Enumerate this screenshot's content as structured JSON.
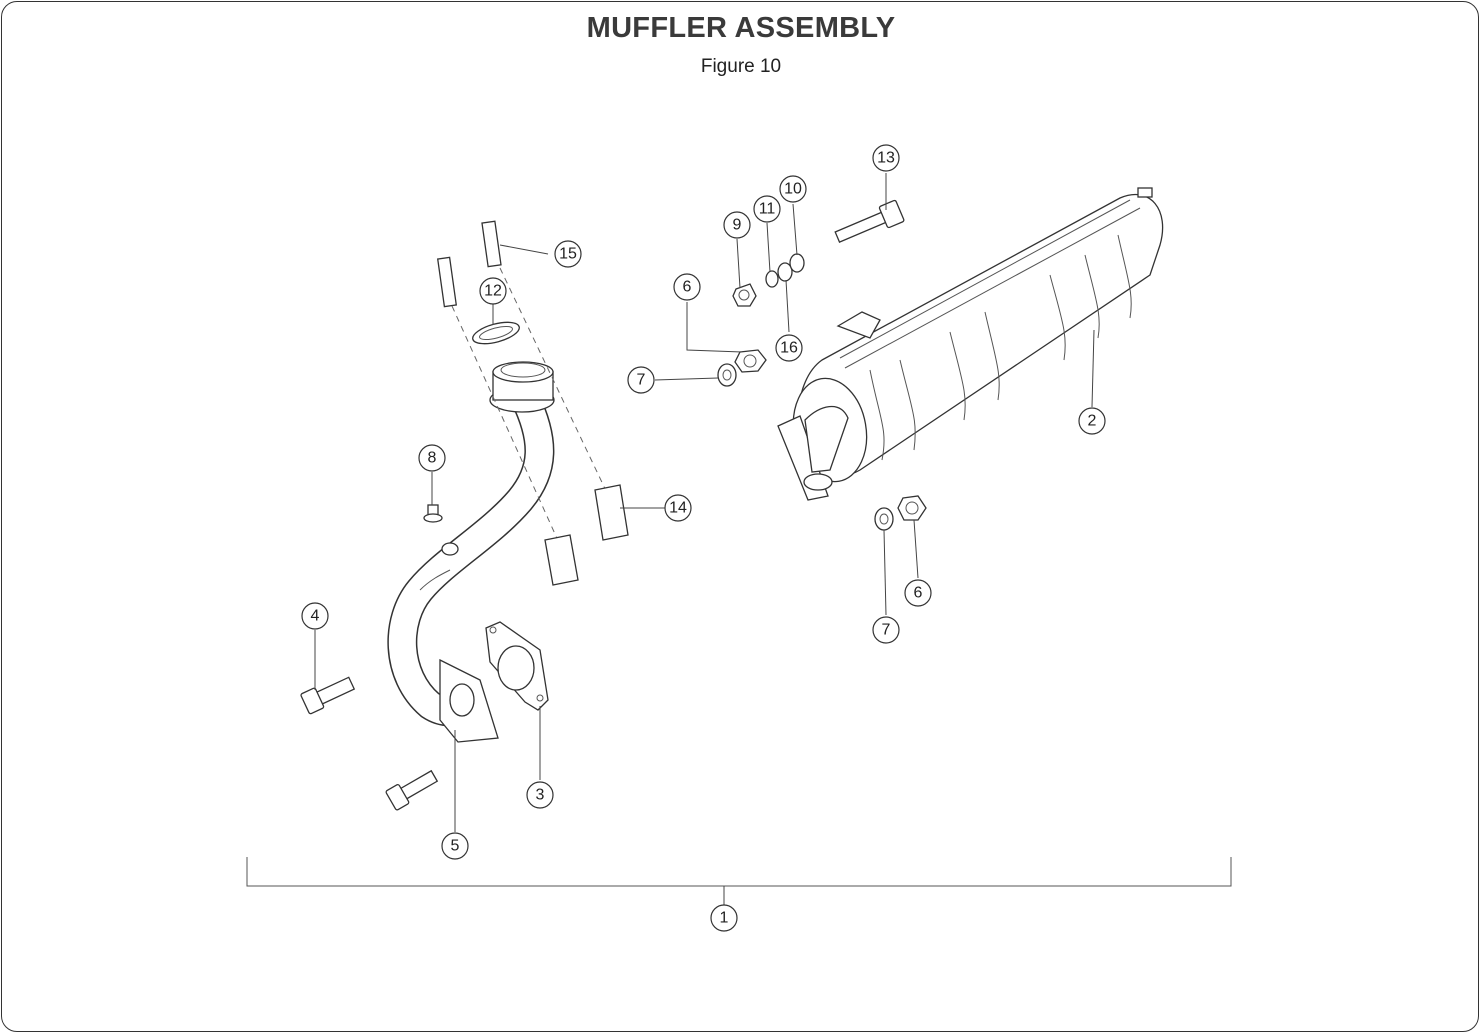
{
  "header": {
    "title": "MUFFLER ASSEMBLY",
    "subtitle": "Figure 10"
  },
  "callouts": {
    "c1": "1",
    "c2": "2",
    "c3": "3",
    "c4": "4",
    "c5": "5",
    "c6a": "6",
    "c6b": "6",
    "c7a": "7",
    "c7b": "7",
    "c8": "8",
    "c9": "9",
    "c10": "10",
    "c11": "11",
    "c12": "12",
    "c13": "13",
    "c14": "14",
    "c15": "15",
    "c16": "16"
  }
}
